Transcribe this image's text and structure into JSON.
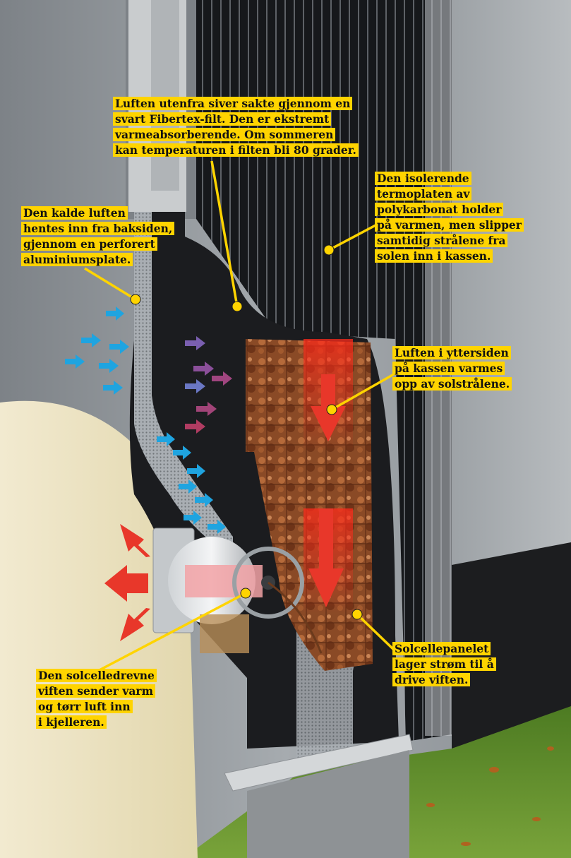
{
  "colors": {
    "highlight": "#ffd400",
    "leader_line": "#ffd400",
    "cold_air": "#1fa4e0",
    "warm_air": "#e8372a",
    "felt": "#1b1c1f",
    "grass": "#5f8e2d",
    "wall": "#8c9196",
    "basement_wall": "#ece3bd"
  },
  "icons": {
    "cold_arrow": "blue-arrow-icon",
    "warm_arrow": "red-arrow-icon",
    "fan": "fan-icon",
    "leader_dot": "yellow-dot-icon"
  },
  "callouts": {
    "felt": {
      "lines": [
        "Luften utenfra siver sakte gjennom en",
        "svart Fibertex-filt. Den er ekstremt",
        "varmeabsorberende. Om sommeren",
        "kan temperaturen i filten bli 80 grader."
      ]
    },
    "cold_air": {
      "lines": [
        "Den kalde luften",
        "hentes inn fra baksiden,",
        "gjennom en perforert",
        "aluminiumsplate."
      ]
    },
    "thermoplate": {
      "lines": [
        "Den isolerende",
        "termoplaten av",
        "polykarbonat holder",
        "på varmen, men slipper",
        "samtidig strålene fra",
        "solen inn i kassen."
      ]
    },
    "outer_side": {
      "lines": [
        "Luften i yttersiden",
        "på kassen varmes",
        "opp av solstrålene."
      ]
    },
    "fan": {
      "lines": [
        "Den solcelledrevne",
        "viften sender varm",
        "og tørr luft inn",
        "i kjelleren."
      ]
    },
    "solar_panel": {
      "lines": [
        "Solcellepanelet",
        "lager strøm til å",
        "drive viften."
      ]
    }
  }
}
